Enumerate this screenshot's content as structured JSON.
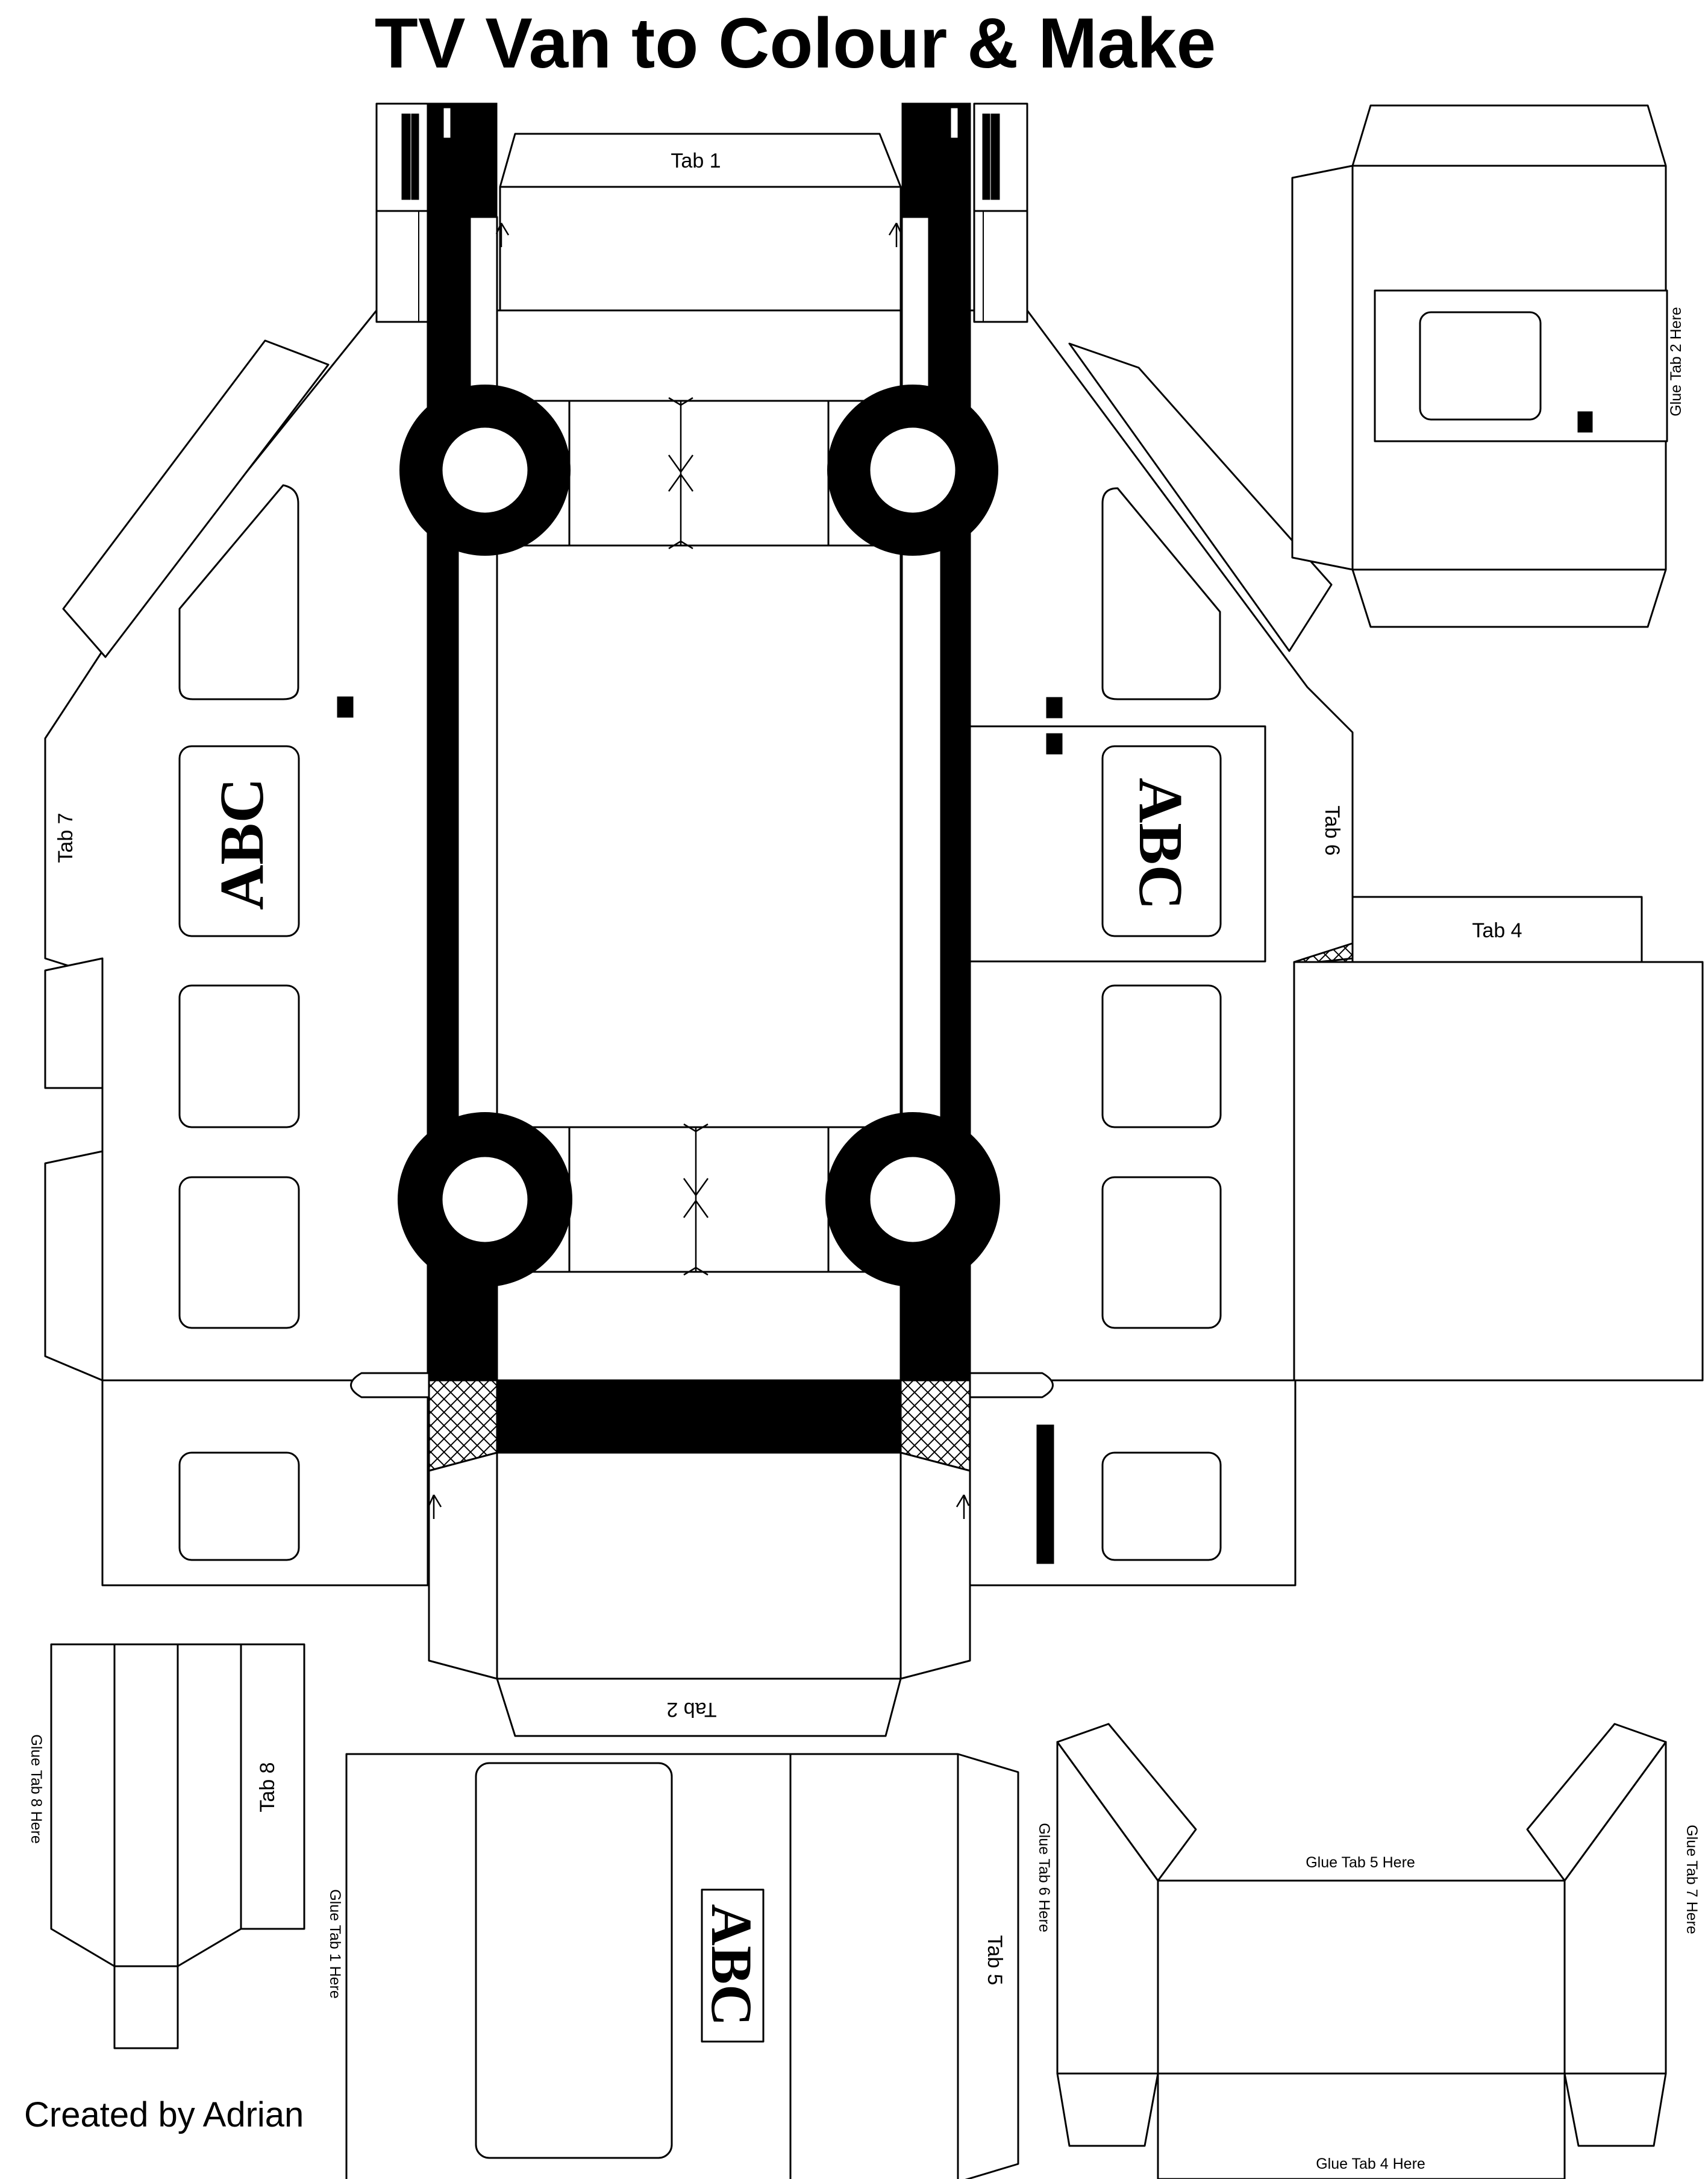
{
  "title": "TV Van to Colour & Make",
  "credit": "Created by Adrian",
  "logo_text": "ABC",
  "tabs": {
    "tab1": "Tab 1",
    "tab2": "Tab 2",
    "tab4": "Tab 4",
    "tab5": "Tab 5",
    "tab6": "Tab 6",
    "tab7": "Tab 7",
    "tab8": "Tab 8"
  },
  "glue_labels": {
    "tab1": "Glue Tab 1 Here",
    "tab2": "Glue Tab 2 Here",
    "tab4": "Glue Tab 4 Here",
    "tab5": "Glue Tab 5 Here",
    "tab6": "Glue Tab 6 Here",
    "tab7": "Glue Tab 7 Here",
    "tab8": "Glue Tab 8 Here"
  },
  "colors": {
    "ink": "#000000",
    "paper": "#ffffff"
  }
}
